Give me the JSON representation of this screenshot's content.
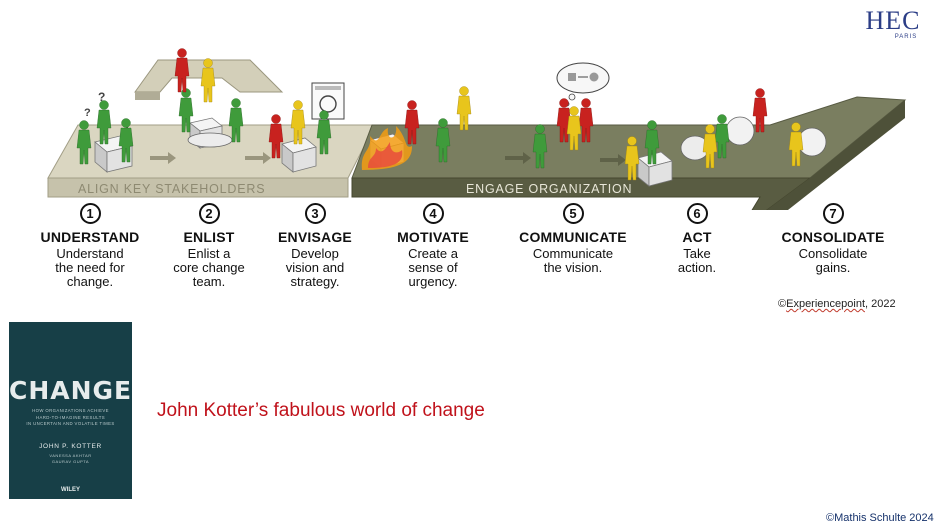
{
  "logo": {
    "text": "HEC",
    "sub": "PARIS"
  },
  "bands": {
    "align": "ALIGN KEY STAKEHOLDERS",
    "engage": "ENGAGE ORGANIZATION"
  },
  "steps": [
    {
      "num": "1",
      "title": "UNDERSTAND",
      "desc": [
        "Understand",
        "the need for",
        "change."
      ]
    },
    {
      "num": "2",
      "title": "ENLIST",
      "desc": [
        "Enlist a",
        "core change",
        "team."
      ]
    },
    {
      "num": "3",
      "title": "ENVISAGE",
      "desc": [
        "Develop",
        "vision and",
        "strategy."
      ]
    },
    {
      "num": "4",
      "title": "MOTIVATE",
      "desc": [
        "Create a",
        "sense of",
        "urgency."
      ]
    },
    {
      "num": "5",
      "title": "COMMUNICATE",
      "desc": [
        "Communicate",
        "the vision."
      ]
    },
    {
      "num": "6",
      "title": "ACT",
      "desc": [
        "Take",
        "action."
      ]
    },
    {
      "num": "7",
      "title": "CONSOLIDATE",
      "desc": [
        "Consolidate",
        "gains."
      ]
    }
  ],
  "copyright": {
    "prefix": "©",
    "name": "Experiencepoint",
    "year": ", 2022"
  },
  "book": {
    "title": "CHANGE",
    "tagline": [
      "HOW ORGANIZATIONS ACHIEVE",
      "HARD-TO-IMAGINE RESULTS",
      "IN UNCERTAIN AND VOLATILE TIMES"
    ],
    "author": "JOHN P. KOTTER",
    "coauthors": [
      "VANESSA AKHTAR",
      "GAURAV GUPTA"
    ],
    "publisher": "WILEY"
  },
  "caption": "John Kotter’s fabulous world of change",
  "footer": "©Mathis Schulte 2024",
  "colors": {
    "hec_blue": "#2b3d86",
    "caption_red": "#c0121b",
    "book_bg": "#173f47",
    "band_light": "#d8d4bf",
    "band_dark": "#6f7357"
  }
}
